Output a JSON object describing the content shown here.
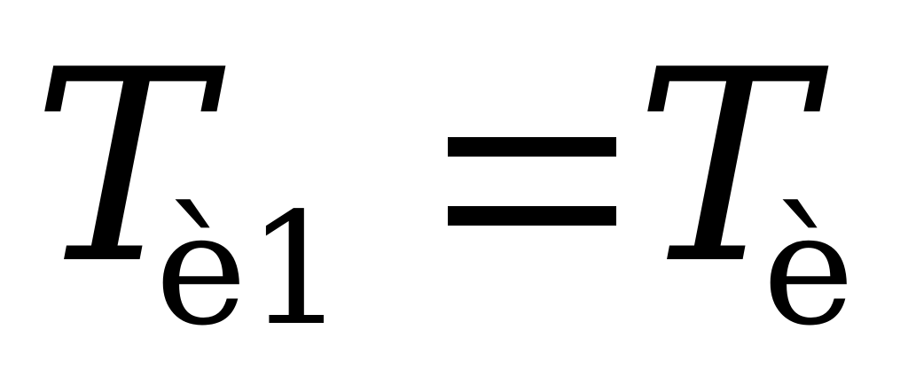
{
  "formula": {
    "lhs": {
      "variable": "T",
      "subscript": "è1"
    },
    "operator": "=",
    "rhs": {
      "variable": "T",
      "subscript": "è"
    }
  }
}
